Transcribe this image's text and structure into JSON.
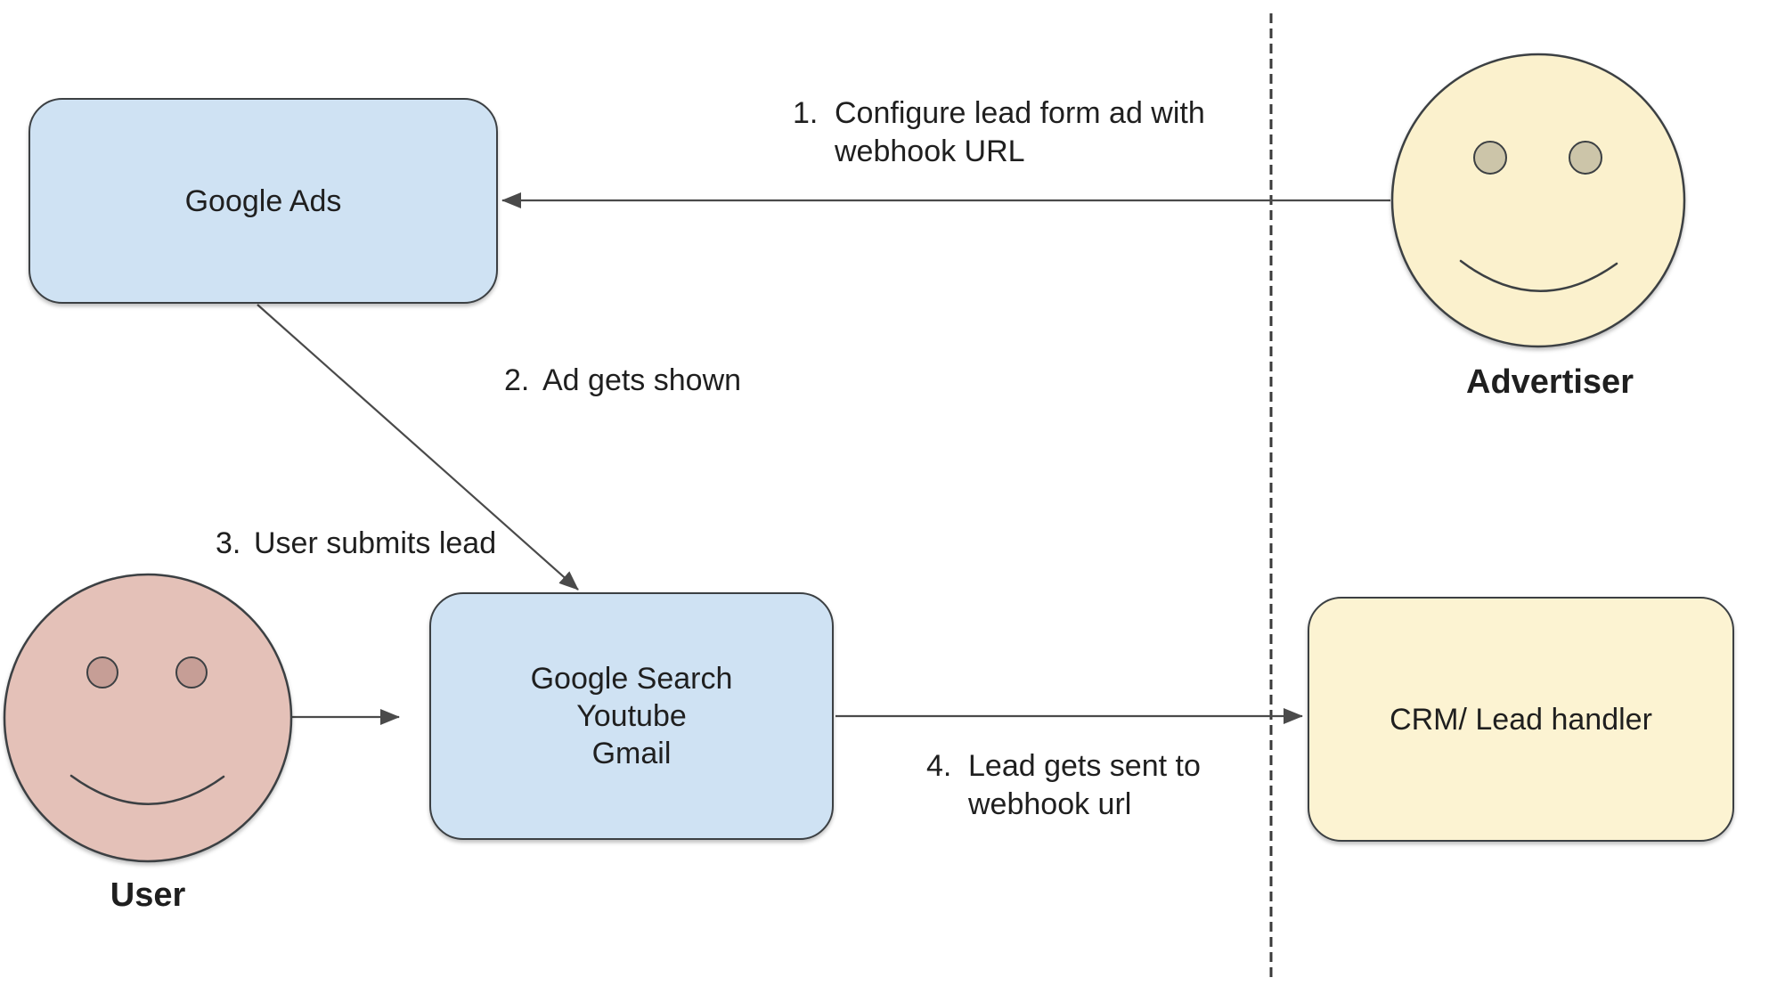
{
  "boxes": {
    "google_ads": {
      "label": "Google Ads",
      "fill": "#cfe2f3"
    },
    "google_surfaces": {
      "line1": "Google Search",
      "line2": "Youtube",
      "line3": "Gmail",
      "fill": "#cfe2f3"
    },
    "crm": {
      "label": "CRM/ Lead handler",
      "fill": "#fcf3d2"
    }
  },
  "actors": {
    "advertiser": {
      "label": "Advertiser",
      "fill": "#fbf1cd",
      "eye_fill": "#ccc5a9"
    },
    "user": {
      "label": "User",
      "fill": "#e4c1b8",
      "eye_fill": "#c69e96"
    }
  },
  "steps": {
    "s1": {
      "num": "1.",
      "text": "Configure lead form ad with webhook URL"
    },
    "s2": {
      "num": "2.",
      "text": "Ad gets shown"
    },
    "s3": {
      "num": "3.",
      "text": "User submits lead"
    },
    "s4": {
      "num": "4.",
      "text": "Lead gets sent to webhook url"
    }
  },
  "colors": {
    "shape_border": "#3c4043",
    "arrow": "#4a4a4a",
    "divider": "#3a3a3a",
    "text": "#1f1f1f",
    "background": "#ffffff"
  }
}
